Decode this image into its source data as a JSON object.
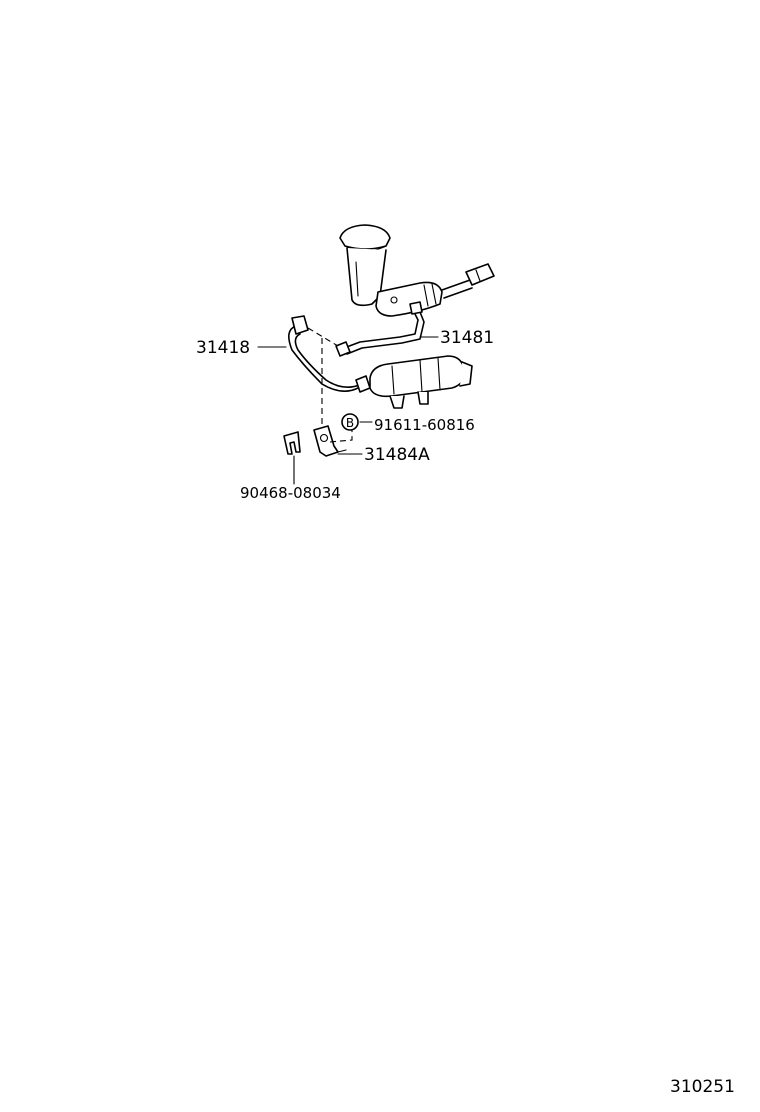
{
  "labels": {
    "pipe_front": "31418",
    "pipe_rear": "31481",
    "bolt": "91611-60816",
    "bracket": "31484A",
    "clip": "90468-08034"
  },
  "bolt_symbol": "B",
  "figure_id": "310251"
}
